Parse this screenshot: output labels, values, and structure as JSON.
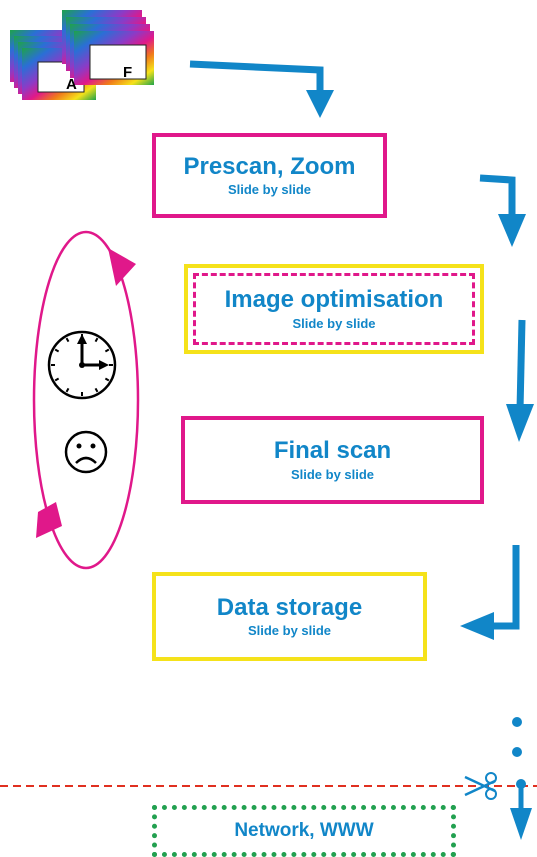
{
  "colors": {
    "blue": "#1186c8",
    "magenta": "#e0188a",
    "yellow": "#f5e21a",
    "green": "#22a050",
    "red": "#e03020"
  },
  "filmstack": {
    "label_a": "A",
    "label_f": "F"
  },
  "steps": [
    {
      "title": "Prescan, Zoom",
      "sub": "Slide by slide"
    },
    {
      "title": "Image optimisation",
      "sub": "Slide by slide"
    },
    {
      "title": "Final scan",
      "sub": "Slide by slide"
    },
    {
      "title": "Data storage",
      "sub": "Slide by slide"
    }
  ],
  "network": {
    "title": "Network, WWW"
  },
  "icons": [
    "clock-icon",
    "sad-face-icon",
    "scissors-icon"
  ]
}
